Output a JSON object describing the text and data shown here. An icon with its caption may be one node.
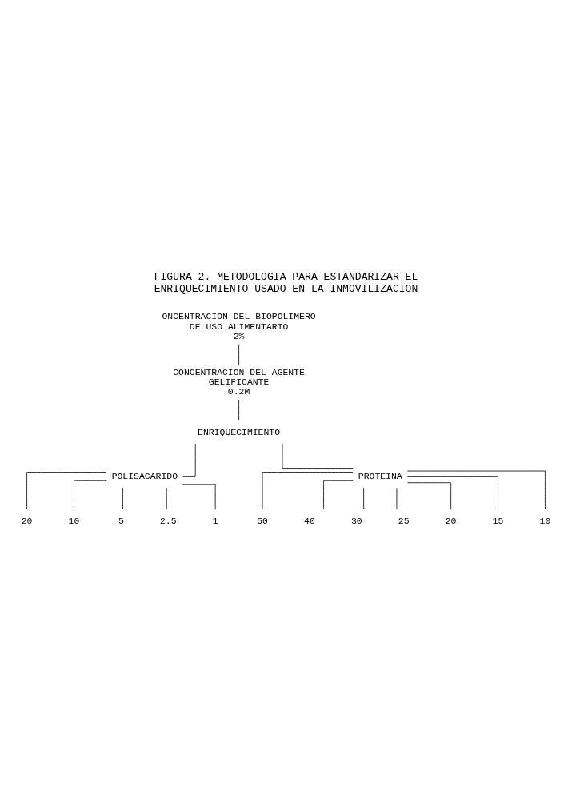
{
  "diagram": {
    "title": "FIGURA 2. METODOLOGIA PARA ESTANDARIZAR EL ENRIQUECIMIENTO USADO EN LA INMOVILIZACION",
    "nodes": [
      {
        "text": [
          "ONCENTRACION DEL BIOPOLIMERO DE USO ALIMENTARIO",
          "2%"
        ]
      },
      {
        "text": [
          "CONCENTRACION DEL AGENTE GELIFICANTE",
          "0.2M"
        ]
      },
      {
        "text": [
          "ENRIQUECIMIENTO"
        ]
      },
      {
        "text": [
          "POLISACARIDO"
        ]
      },
      {
        "text": [
          "PROTEINA"
        ]
      },
      {
        "text": [
          "20"
        ]
      },
      {
        "text": [
          "10"
        ]
      },
      {
        "text": [
          "5"
        ]
      },
      {
        "text": [
          "2.5"
        ]
      },
      {
        "text": [
          "1"
        ]
      },
      {
        "text": [
          "50"
        ]
      },
      {
        "text": [
          "40"
        ]
      },
      {
        "text": [
          "30"
        ]
      },
      {
        "text": [
          "25"
        ]
      },
      {
        "text": [
          "20"
        ]
      },
      {
        "text": [
          "15"
        ]
      },
      {
        "text": [
          "10"
        ]
      }
    ],
    "edges": [
      {
        "from": 0,
        "to": 1,
        "arrow": "none"
      },
      {
        "from": 1,
        "to": 2,
        "arrow": "none"
      },
      {
        "from": 2,
        "to": 3,
        "arrow": "none"
      },
      {
        "from": 2,
        "to": 4,
        "arrow": "none"
      },
      {
        "from": 3,
        "to": 5,
        "arrow": "none"
      },
      {
        "from": 3,
        "to": 6,
        "arrow": "none"
      },
      {
        "from": 3,
        "to": 7,
        "arrow": "none"
      },
      {
        "from": 3,
        "to": 8,
        "arrow": "none"
      },
      {
        "from": 3,
        "to": 9,
        "arrow": "none"
      },
      {
        "from": 4,
        "to": 10,
        "arrow": "none"
      },
      {
        "from": 4,
        "to": 11,
        "arrow": "none"
      },
      {
        "from": 4,
        "to": 12,
        "arrow": "none"
      },
      {
        "from": 4,
        "to": 13,
        "arrow": "none"
      },
      {
        "from": 4,
        "to": 14,
        "arrow": "none"
      },
      {
        "from": 4,
        "to": 15,
        "arrow": "none"
      },
      {
        "from": 4,
        "to": 16,
        "arrow": "none"
      }
    ]
  }
}
